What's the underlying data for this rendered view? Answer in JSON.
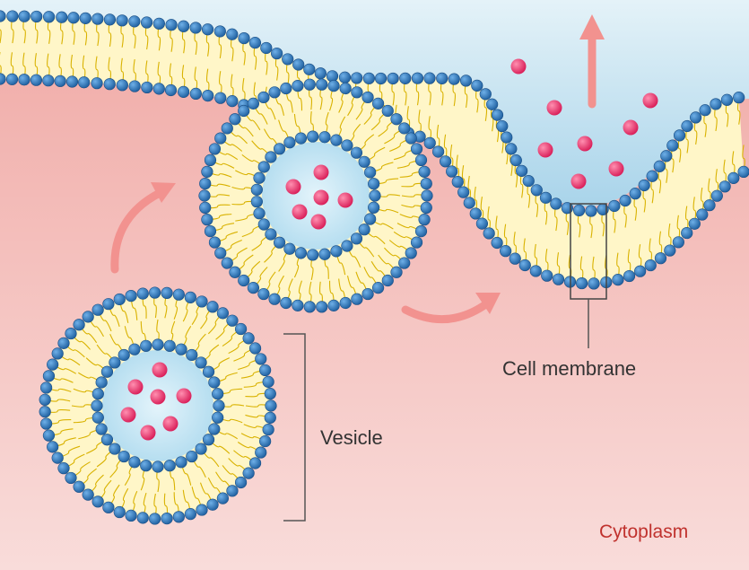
{
  "labels": {
    "cell_membrane": "Cell membrane",
    "vesicle": "Vesicle",
    "cytoplasm": "Cytoplasm"
  },
  "colors": {
    "extracellular": "#cfe6f2",
    "cytoplasm": "#f2b6b2",
    "lipid_head": "#2f79bd",
    "lipid_tail": "#f2d23a",
    "membrane_interior": "#fff6c8",
    "vesicle_lumen": "#cfeaf6",
    "cargo_molecule": "#e8336a",
    "process_arrow": "#f2928f",
    "label_text": "#333333",
    "cytoplasm_label": "#c0322e"
  },
  "icons": {
    "cargo": "cargo-molecule-icon",
    "arrow": "process-arrow-icon"
  }
}
